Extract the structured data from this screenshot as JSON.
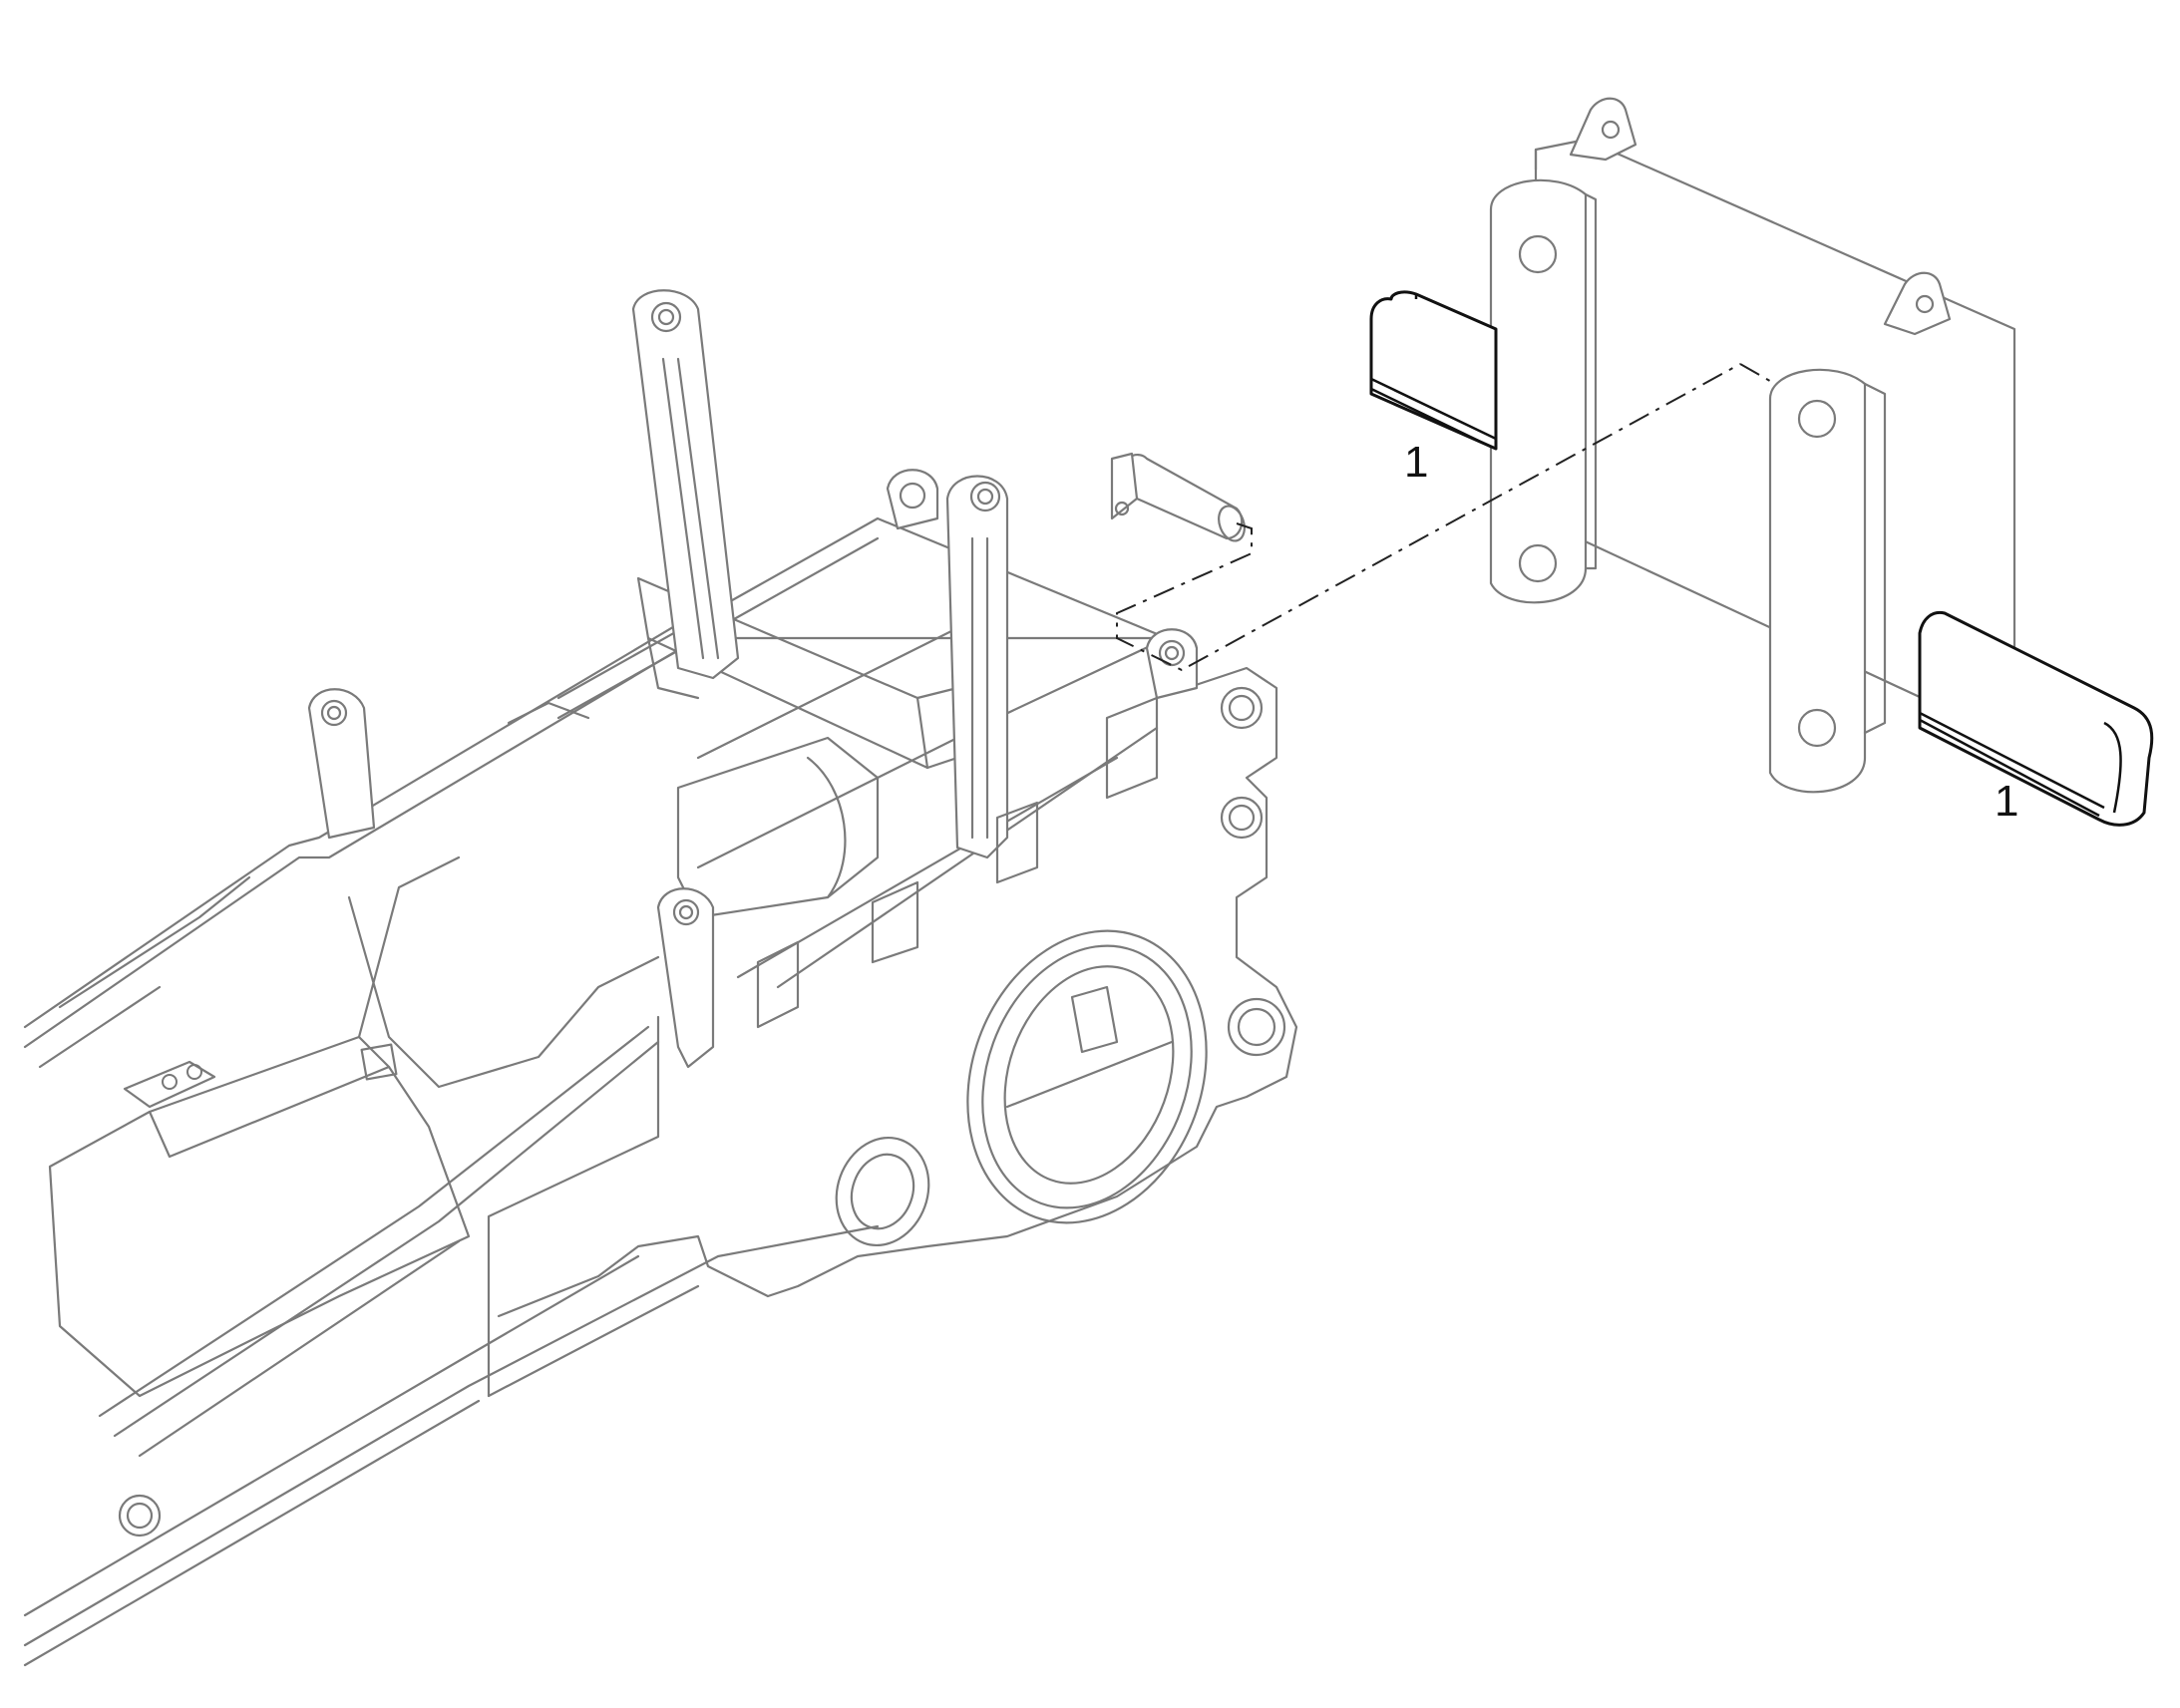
{
  "diagram": {
    "type": "exploded-parts-view",
    "callouts": [
      {
        "id": "callout-upper",
        "text": "1"
      },
      {
        "id": "callout-lower",
        "text": "1"
      }
    ]
  },
  "colors": {
    "background": "#ffffff",
    "outline_light": "#7a7a7a",
    "outline_highlighted_part": "#111111"
  }
}
